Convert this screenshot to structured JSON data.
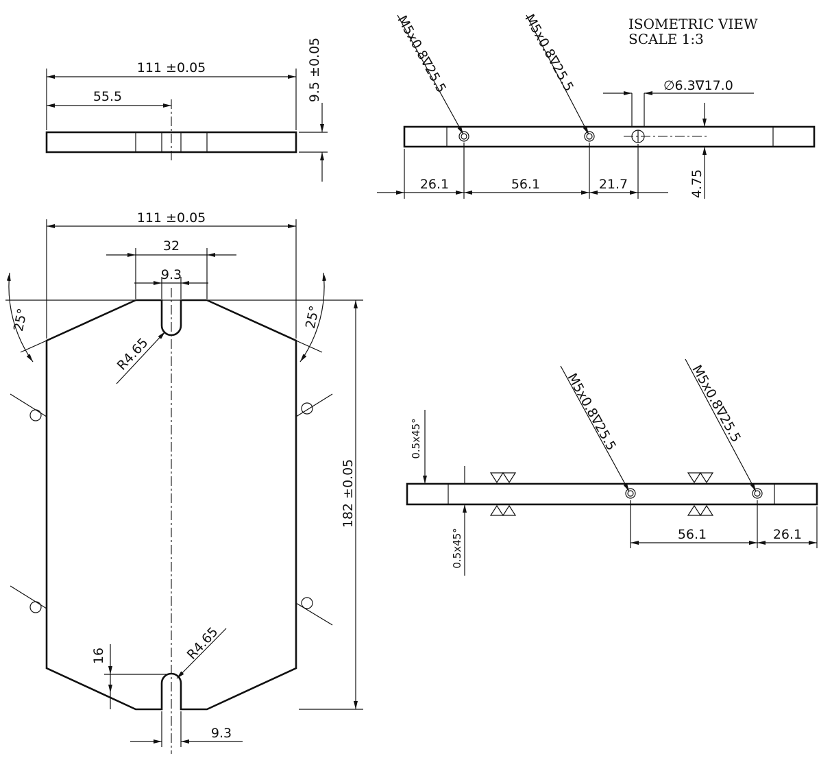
{
  "iso_note": {
    "line1": "ISOMETRIC VIEW",
    "line2": "SCALE 1:3"
  },
  "top_view": {
    "width": "111 ±0.05",
    "half_width": "55.5",
    "thickness": "9.5 ±0.05"
  },
  "front_view": {
    "width": "111 ±0.05",
    "slot_span": "32",
    "slot_width_top": "9.3",
    "slot_width_bottom": "9.3",
    "radius_top": "R4.65",
    "radius_bottom": "R4.65",
    "height": "182 ±0.05",
    "angle_left": "25°",
    "angle_right": "25°",
    "slot_depth": "16"
  },
  "side_view_top": {
    "thread_1": "M5x0.8∇25.5",
    "thread_2": "M5x0.8∇25.5",
    "hole": "∅6.3∇17.0",
    "dim_1": "26.1",
    "dim_2": "56.1",
    "dim_3": "21.7",
    "hole_offset": "4.75"
  },
  "side_view_bottom": {
    "thread_1": "M5x0.8∇25.5",
    "thread_2": "M5x0.8∇25.5",
    "chamfer_top": "0.5x45°",
    "chamfer_bottom": "0.5x45°",
    "dim_1": "56.1",
    "dim_2": "26.1"
  }
}
